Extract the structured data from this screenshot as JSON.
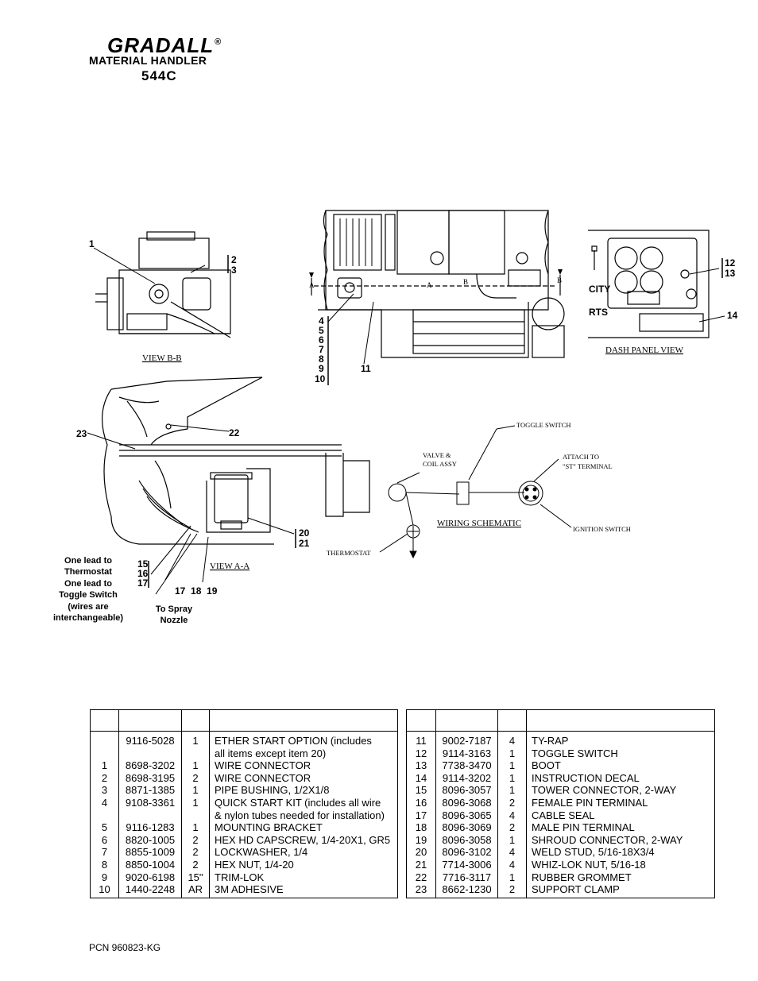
{
  "header": {
    "brand": "GRADALL",
    "registered_mark": "®",
    "product_line": "MATERIAL HANDLER",
    "model": "544C"
  },
  "views": {
    "view_bb": "VIEW B-B",
    "view_aa": "VIEW A-A",
    "dash_panel": "DASH PANEL VIEW",
    "wiring_schematic": "WIRING SCHEMATIC"
  },
  "section_marks": [
    "A",
    "A",
    "B",
    "B"
  ],
  "callouts": {
    "view_bb": [
      "1",
      "2",
      "3"
    ],
    "center": [
      "4",
      "5",
      "6",
      "7",
      "8",
      "9",
      "10",
      "11"
    ],
    "dash": [
      "12",
      "13",
      "14"
    ],
    "view_aa": [
      "23",
      "22",
      "20",
      "21",
      "15",
      "16",
      "17"
    ],
    "view_aa_bottom": "17  18  19"
  },
  "schematic_labels": {
    "valve_line1": "VALVE &",
    "valve_line2": "COIL ASSY",
    "toggle": "TOGGLE SWITCH",
    "attach_line1": "ATTACH TO",
    "attach_line2": "\"ST\" TERMINAL",
    "ignition": "IGNITION SWITCH",
    "thermostat": "THERMOSTAT"
  },
  "dash_panel_text": [
    "CITY",
    "RTS"
  ],
  "notes": {
    "leads": [
      "One lead to",
      "Thermostat",
      "One lead to",
      "Toggle Switch",
      "(wires are",
      "interchangeable)"
    ],
    "spray": [
      "To Spray",
      "Nozzle"
    ]
  },
  "parts_left": [
    {
      "item": "",
      "part": "9116-5028",
      "qty": "1",
      "desc": [
        "ETHER START OPTION (includes",
        "all items except item 20)"
      ]
    },
    {
      "item": "1",
      "part": "8698-3202",
      "qty": "1",
      "desc": [
        "WIRE CONNECTOR"
      ]
    },
    {
      "item": "2",
      "part": "8698-3195",
      "qty": "2",
      "desc": [
        "WIRE CONNECTOR"
      ]
    },
    {
      "item": "3",
      "part": "8871-1385",
      "qty": "1",
      "desc": [
        "PIPE BUSHING, 1/2X1/8"
      ]
    },
    {
      "item": "4",
      "part": "9108-3361",
      "qty": "1",
      "desc": [
        "QUICK START KIT (includes all wire",
        "& nylon tubes needed for installation)"
      ]
    },
    {
      "item": "5",
      "part": "9116-1283",
      "qty": "1",
      "desc": [
        "MOUNTING BRACKET"
      ]
    },
    {
      "item": "6",
      "part": "8820-1005",
      "qty": "2",
      "desc": [
        "HEX HD CAPSCREW, 1/4-20X1, GR5"
      ]
    },
    {
      "item": "7",
      "part": "8855-1009",
      "qty": "2",
      "desc": [
        "LOCKWASHER, 1/4"
      ]
    },
    {
      "item": "8",
      "part": "8850-1004",
      "qty": "2",
      "desc": [
        "HEX NUT, 1/4-20"
      ]
    },
    {
      "item": "9",
      "part": "9020-6198",
      "qty": "15\"",
      "desc": [
        "TRIM-LOK"
      ]
    },
    {
      "item": "10",
      "part": "1440-2248",
      "qty": "AR",
      "desc": [
        "3M ADHESIVE"
      ]
    }
  ],
  "parts_right": [
    {
      "item": "11",
      "part": "9002-7187",
      "qty": "4",
      "desc": [
        "TY-RAP"
      ]
    },
    {
      "item": "12",
      "part": "9114-3163",
      "qty": "1",
      "desc": [
        "TOGGLE SWITCH"
      ]
    },
    {
      "item": "13",
      "part": "7738-3470",
      "qty": "1",
      "desc": [
        "BOOT"
      ]
    },
    {
      "item": "14",
      "part": "9114-3202",
      "qty": "1",
      "desc": [
        "INSTRUCTION DECAL"
      ]
    },
    {
      "item": "15",
      "part": "8096-3057",
      "qty": "1",
      "desc": [
        "TOWER CONNECTOR, 2-WAY"
      ]
    },
    {
      "item": "16",
      "part": "8096-3068",
      "qty": "2",
      "desc": [
        "FEMALE PIN TERMINAL"
      ]
    },
    {
      "item": "17",
      "part": "8096-3065",
      "qty": "4",
      "desc": [
        "CABLE SEAL"
      ]
    },
    {
      "item": "18",
      "part": "8096-3069",
      "qty": "2",
      "desc": [
        "MALE PIN TERMINAL"
      ]
    },
    {
      "item": "19",
      "part": "8096-3058",
      "qty": "1",
      "desc": [
        "SHROUD CONNECTOR, 2-WAY"
      ]
    },
    {
      "item": "20",
      "part": "8096-3102",
      "qty": "4",
      "desc": [
        "WELD STUD, 5/16-18X3/4"
      ]
    },
    {
      "item": "21",
      "part": "7714-3006",
      "qty": "4",
      "desc": [
        "WHIZ-LOK NUT, 5/16-18"
      ]
    },
    {
      "item": "22",
      "part": "7716-3117",
      "qty": "1",
      "desc": [
        "RUBBER GROMMET"
      ]
    },
    {
      "item": "23",
      "part": "8662-1230",
      "qty": "2",
      "desc": [
        "SUPPORT CLAMP"
      ]
    }
  ],
  "footer": {
    "pcn": "PCN 960823-KG"
  }
}
